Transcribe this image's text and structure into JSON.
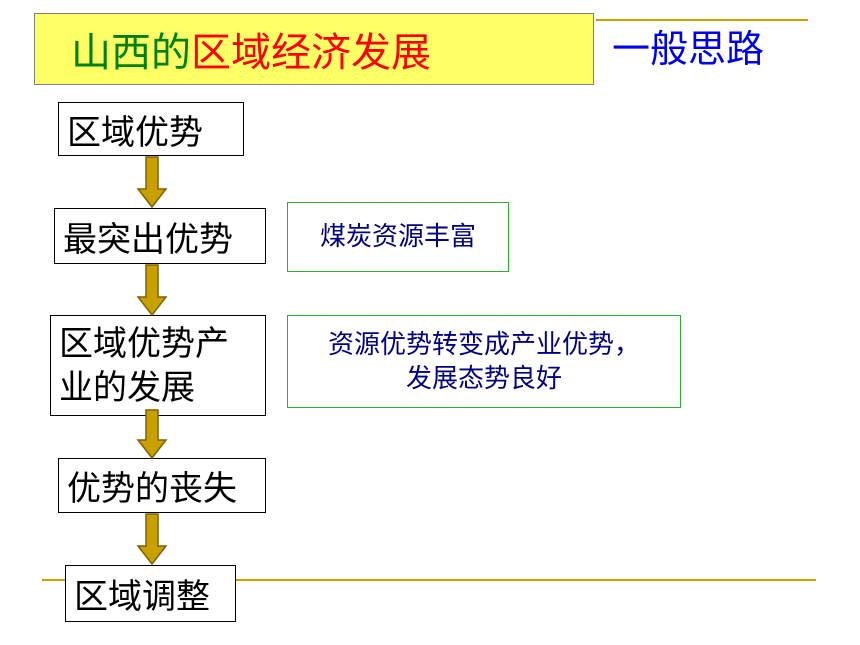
{
  "title": {
    "part1": "山西的",
    "part2": "区域经济发展",
    "color_part1": "#008000",
    "color_part2": "#ff0000",
    "background": "#ffff66"
  },
  "subtitle": "一般思路",
  "steps": [
    {
      "label": "区域优势"
    },
    {
      "label": "最突出优势"
    },
    {
      "label": "区域优势产业的发展"
    },
    {
      "label": "优势的丧失"
    },
    {
      "label": "区域调整"
    }
  ],
  "notes": [
    {
      "text": "煤炭资源丰富"
    },
    {
      "line1": "资源优势转变成产业优势，",
      "line2": "发展态势良好"
    }
  ],
  "colors": {
    "arrow_fill": "#c8a000",
    "arrow_stroke": "#806000",
    "accent_line": "#c8a000",
    "note_border": "#33aa33",
    "note_text": "#000080",
    "subtitle": "#0000ee"
  }
}
